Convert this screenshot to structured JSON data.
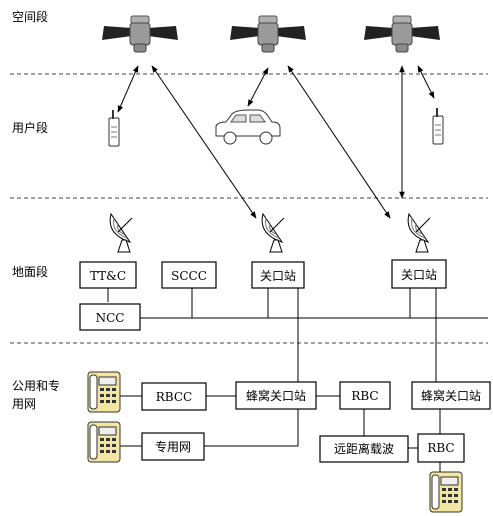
{
  "segments": {
    "space": "空间段",
    "user": "用户段",
    "ground": "地面段",
    "public_line1": "公用和专",
    "public_line2": "用网"
  },
  "boxes": {
    "ttc": "TT&C",
    "sccc": "SCCC",
    "gateway1": "关口站",
    "gateway2": "关口站",
    "ncc": "NCC",
    "rbcc": "RBCC",
    "cell_gateway1": "蜂窝关口站",
    "rbc1": "RBC",
    "cell_gateway2": "蜂窝关口站",
    "private_net": "专用网",
    "long_distance": "远距离载波",
    "rbc2": "RBC"
  },
  "icons": [
    "satellite-icon",
    "handheld-phone-icon",
    "car-icon",
    "dish-antenna-icon",
    "telephone-icon"
  ]
}
